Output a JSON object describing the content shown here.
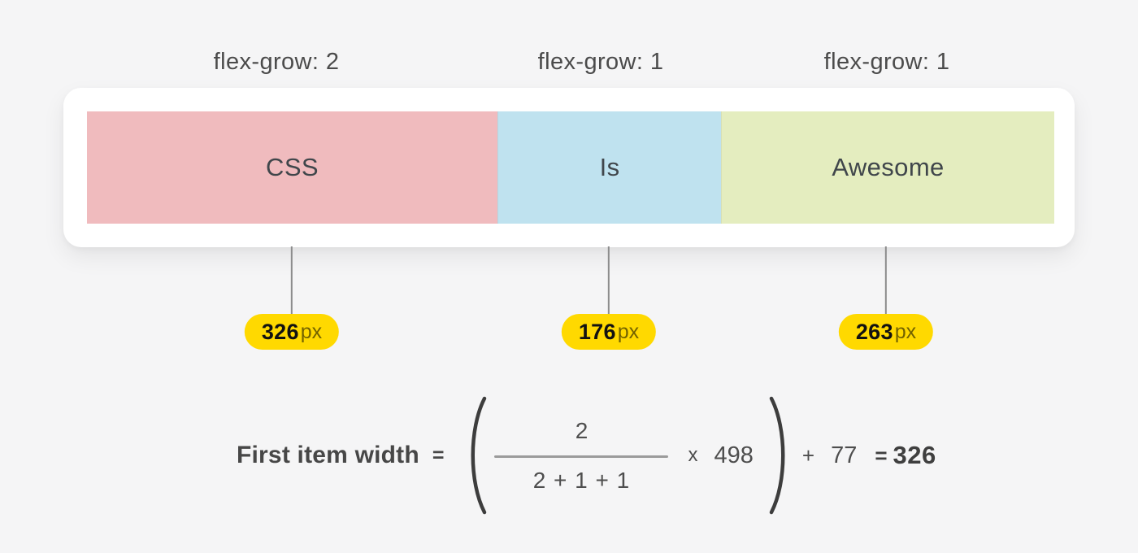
{
  "diagram": {
    "flex_grow_labels": [
      {
        "text": "flex-grow: 2"
      },
      {
        "text": "flex-grow: 1"
      },
      {
        "text": "flex-grow: 1"
      }
    ],
    "items": [
      {
        "label": "CSS",
        "color": "#f0bbbe",
        "badge_value": "326",
        "badge_unit": "px"
      },
      {
        "label": "Is",
        "color": "#bfe2ef",
        "badge_value": "176",
        "badge_unit": "px"
      },
      {
        "label": "Awesome",
        "color": "#e4edbf",
        "badge_value": "263",
        "badge_unit": "px"
      }
    ],
    "badge_color": "#ffd900"
  },
  "formula": {
    "label": "First item width",
    "equals": "=",
    "numerator": "2",
    "denominator": "2 + 1 + 1",
    "times": "x",
    "multiplier": "498",
    "plus": "+",
    "addend": "77",
    "result_equals": "=",
    "result": "326"
  },
  "colors": {
    "background": "#f5f5f6",
    "card": "#ffffff",
    "connector": "#8c8c8c",
    "text": "#4a4a4a",
    "fraction_bar": "#9b9b9b"
  }
}
